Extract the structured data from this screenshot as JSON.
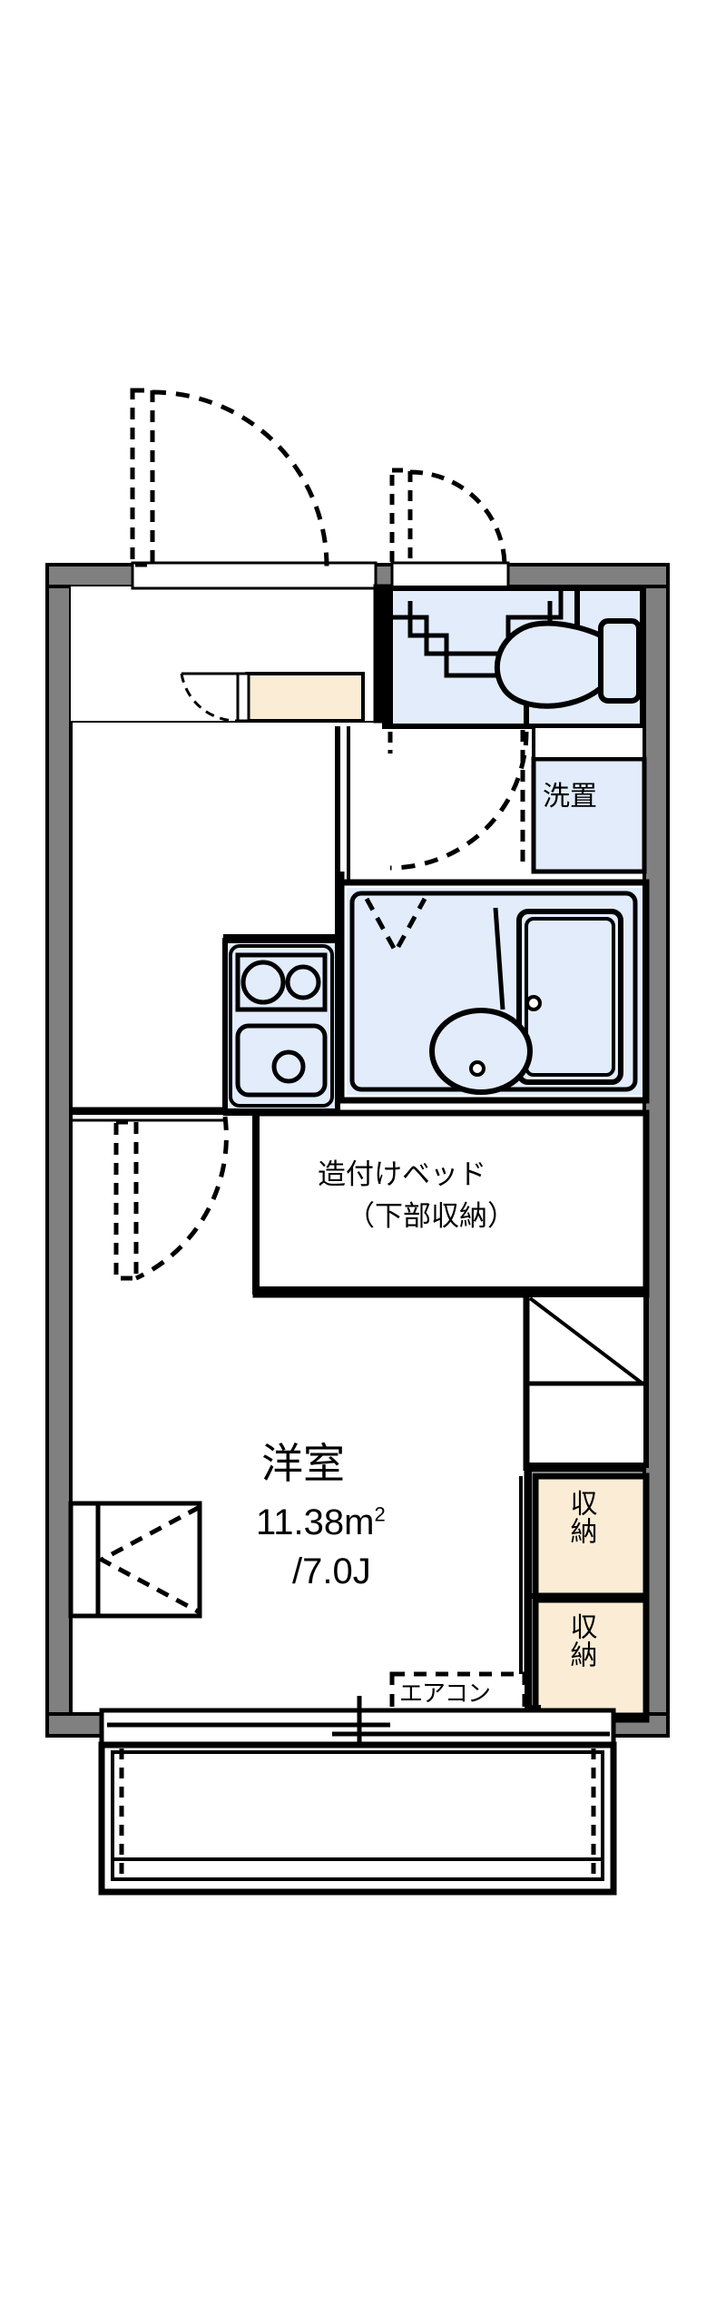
{
  "document": {
    "type": "floor-plan",
    "style": "japanese-apartment-madori",
    "layout_code": "1K"
  },
  "rooms": {
    "main_room": {
      "name": "洋室",
      "area_sqm": "11.38m",
      "area_sup": "2",
      "area_jo": "/7.0J"
    },
    "toilet": {
      "name": "toilet"
    },
    "washer": {
      "label": "洗置"
    },
    "unit_bath": {
      "name": "unit-bath"
    },
    "kitchen": {
      "name": "kitchen"
    },
    "entrance": {
      "name": "genkan"
    },
    "balcony": {
      "name": "balcony"
    }
  },
  "labels": {
    "built_in_bed_line1": "造付けベッド",
    "built_in_bed_line2": "（下部収納）",
    "storage_upper": "収納",
    "storage_lower": "収納",
    "air_conditioner": "エアコン"
  },
  "colors": {
    "wall_fill": "#808080",
    "wall_line": "#000000",
    "water_fill": "#e2ecfb",
    "storage_fill": "#faecd5",
    "paper": "#ffffff",
    "text": "#000000"
  },
  "fixtures": {
    "toilet": "toilet-fixture",
    "bathtub": "bathtub-fixture",
    "wash_basin": "round-wash-basin",
    "stove": "two-burner-stove",
    "sink": "kitchen-sink",
    "entrance_door": "hinged-door-swing",
    "toilet_door": "hinged-door-swing",
    "bath_door": "hinged-door-swing",
    "room_door": "hinged-door-swing",
    "shoe_box": "shoe-cabinet",
    "balcony_window": "sliding-glass-door",
    "side_window": "window"
  }
}
